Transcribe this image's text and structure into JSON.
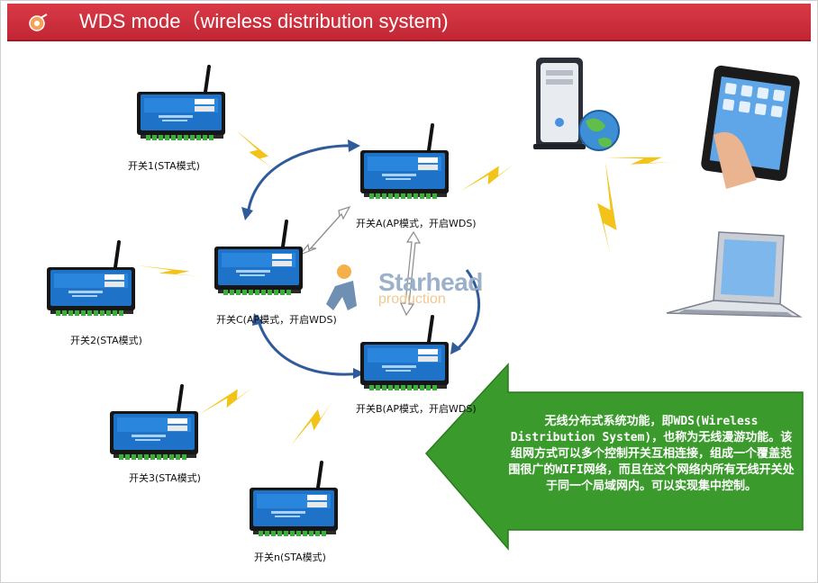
{
  "header": {
    "title": "WDS mode（wireless distribution system)"
  },
  "nodes": {
    "sta1": "开关1(STA模式)",
    "sta2": "开关2(STA模式)",
    "sta3": "开关3(STA模式)",
    "stan": "开关n(STA模式)",
    "apa": "开关A(AP模式，开启WDS)",
    "apb": "开关B(AP模式，开启WDS)",
    "apc": "开关C(AP模式，开启WDS)"
  },
  "watermark": {
    "title": "Starhead",
    "subtitle": "production"
  },
  "info": {
    "text": "无线分布式系统功能，即WDS(Wireless Distribution System)，也称为无线漫游功能。该组网方式可以多个控制开关互相连接，组成一个覆盖范围很广的WIFI网络，而且在这个网络内所有无线开关处于同一个局域网内。可以实现集中控制。"
  },
  "colors": {
    "header": "#c9313d",
    "arrow": "#3a9a2c",
    "lightning": "#f2c419",
    "curve": "#2f5b9a",
    "device": "#1e72c8"
  }
}
